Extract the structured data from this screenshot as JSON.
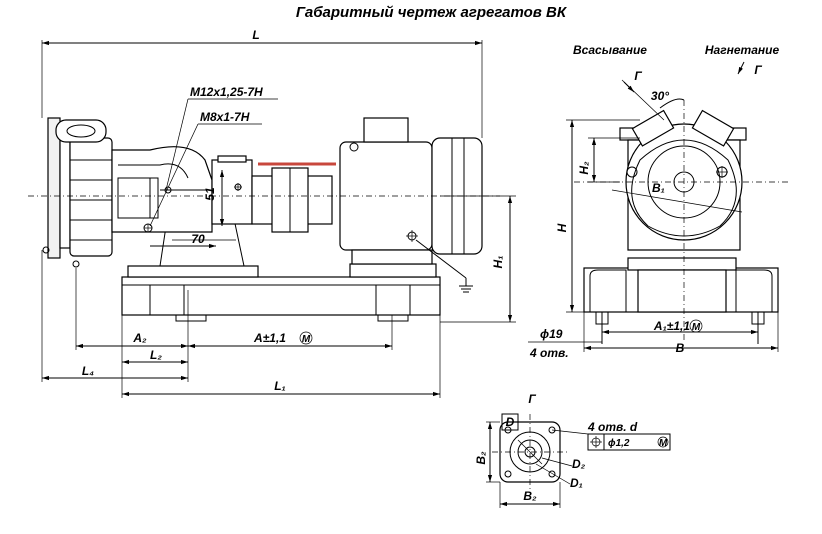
{
  "title": "Габаритный чертеж агрегатов ВК",
  "side_view": {
    "dims": {
      "L": "L",
      "L1": "L₁",
      "L2": "L₂",
      "L4": "L₄",
      "A2": "A₂",
      "A_tol": "A±1,1",
      "M_symbol": "M",
      "H1": "H₁",
      "d70": "70",
      "d51": "51"
    },
    "threads": {
      "m12": "М12х1,25-7Н",
      "m8": "М8х1-7Н"
    }
  },
  "front_view": {
    "suction": "Всасывание",
    "discharge": "Нагнетание",
    "view_mark": "Г",
    "angle": "30°",
    "dims": {
      "H": "H",
      "H2": "H₂",
      "B": "B",
      "B1": "B₁",
      "A1_tol": "A₁±1,1",
      "M_symbol": "M",
      "hole_dia": "ϕ19",
      "hole_count": "4 отв."
    }
  },
  "detail_view": {
    "view_mark": "Г",
    "D": "D",
    "D1": "D₁",
    "D2": "D₂",
    "B2_v": "B₂",
    "B2_h": "B₂",
    "holes": "4 отв. d",
    "tolerance": "ϕ1,2",
    "M_symbol": "M"
  }
}
